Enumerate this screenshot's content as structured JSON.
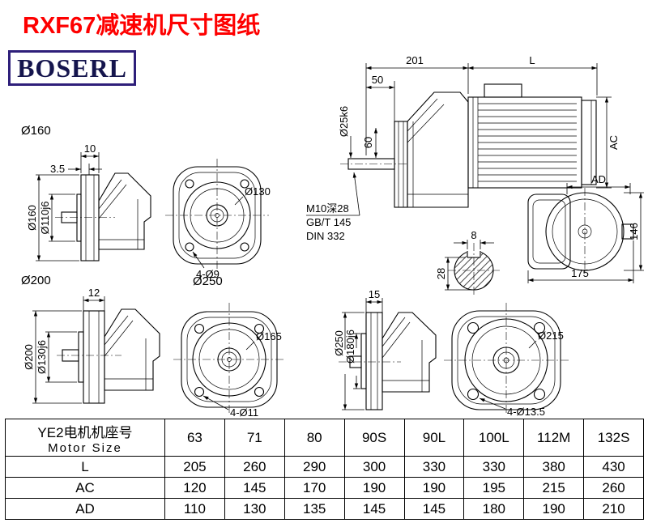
{
  "page": {
    "title": "RXF67减速机尺寸图纸",
    "brand": "BOSERL"
  },
  "drawings": {
    "overall_side": {
      "dim_201": "201",
      "dim_L": "L",
      "dim_50": "50",
      "dim_shaft_dia": "Ø25k6",
      "dim_60": "60",
      "dim_AC": "AC",
      "note_tap": "M10深28",
      "note_std1": "GB/T 145",
      "note_std2": "DIN 332"
    },
    "output_front": {
      "dim_AD": "AD",
      "dim_146": "146",
      "dim_175": "175"
    },
    "shaft_section": {
      "dim_key_width": "8",
      "dim_28": "28"
    },
    "flange_160": {
      "section_label": "Ø160",
      "dim_10": "10",
      "dim_3_5": "3.5",
      "dim_outer": "Ø160",
      "dim_spigot": "Ø110j6",
      "dim_bolt_circle": "Ø130",
      "dim_holes": "4-Ø9"
    },
    "flange_200": {
      "section_label": "Ø200",
      "dim_12": "12",
      "dim_outer": "Ø200",
      "dim_spigot": "Ø130j6",
      "dim_bolt_circle": "Ø165",
      "dim_holes": "4-Ø11"
    },
    "flange_250": {
      "section_label": "Ø250",
      "dim_15": "15",
      "dim_outer": "Ø250",
      "dim_spigot": "Ø180j6",
      "dim_bolt_circle": "Ø215",
      "dim_holes": "4-Ø13.5"
    }
  },
  "table": {
    "row_header_cn": "YE2电机机座号",
    "row_header_en": "Motor Size",
    "motor_sizes": [
      "63",
      "71",
      "80",
      "90S",
      "90L",
      "100L",
      "112M",
      "132S"
    ],
    "rows": [
      {
        "label": "L",
        "values": [
          "205",
          "260",
          "290",
          "300",
          "330",
          "330",
          "380",
          "430"
        ]
      },
      {
        "label": "AC",
        "values": [
          "120",
          "145",
          "170",
          "190",
          "190",
          "195",
          "215",
          "260"
        ]
      },
      {
        "label": "AD",
        "values": [
          "110",
          "130",
          "135",
          "145",
          "145",
          "180",
          "190",
          "210"
        ]
      }
    ]
  }
}
